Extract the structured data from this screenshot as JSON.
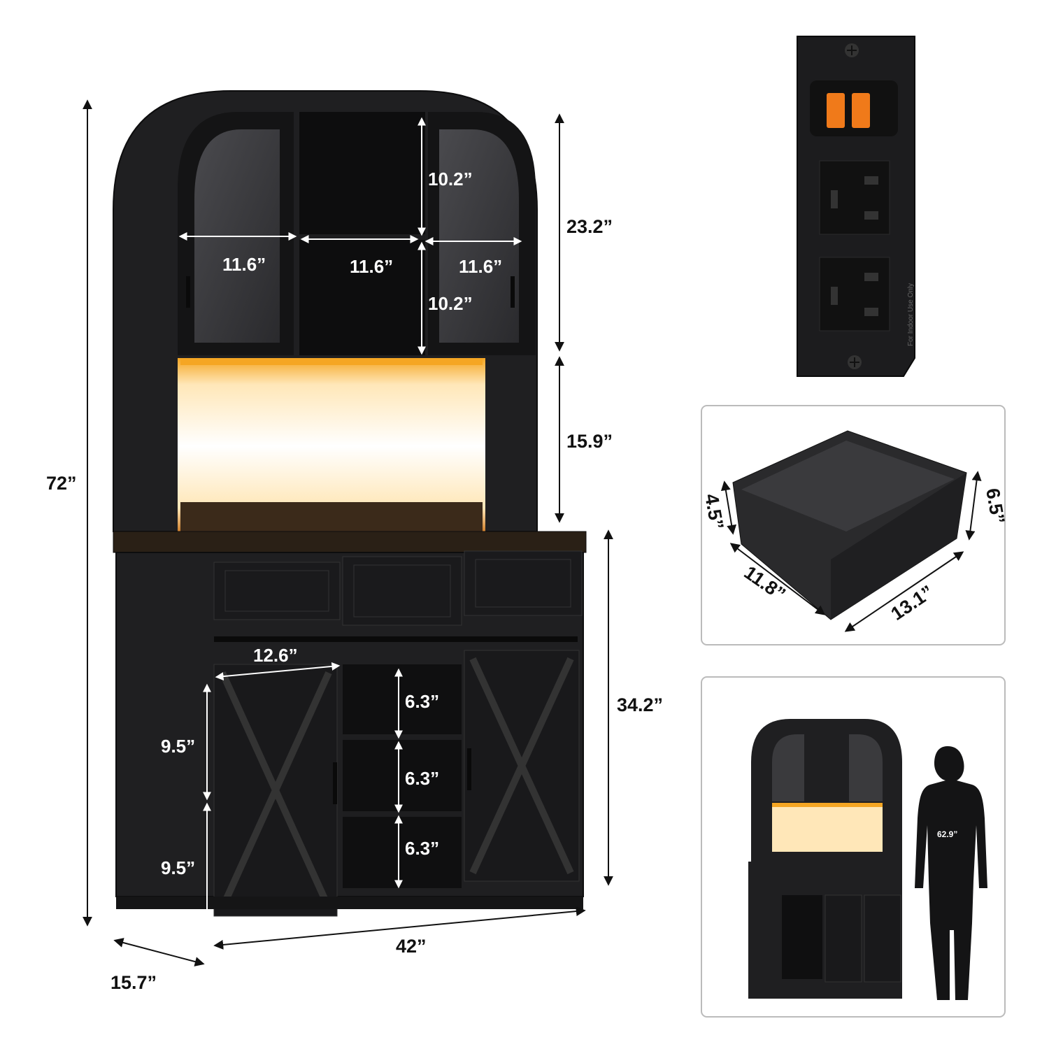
{
  "colors": {
    "cabinet": "#1f1f21",
    "cabinet_dark": "#141415",
    "glass": "#3a3a3d",
    "led": "#f5a623",
    "usb": "#f07a1a",
    "arrow": "#111111",
    "panel_border": "#bbbbbb"
  },
  "main_cabinet": {
    "height": "72”",
    "upper_height": "23.2”",
    "lighted_shelf_height": "15.9”",
    "base_height": "34.2”",
    "width": "42”",
    "depth": "15.7”",
    "glass_door_width_left": "11.6”",
    "center_compartment_width": "11.6”",
    "glass_door_width_right": "11.6”",
    "center_upper_height": "10.2”",
    "center_lower_height": "10.2”",
    "barn_door_width": "12.6”",
    "barn_shelf_upper": "9.5”",
    "barn_shelf_lower": "9.5”",
    "wine_rack_1": "6.3”",
    "wine_rack_2": "6.3”",
    "wine_rack_3": "6.3”"
  },
  "power_strip": {
    "label": "For Indoor Use Only",
    "icons": [
      "usb-port-icon",
      "usb-port-icon",
      "outlet-icon",
      "outlet-icon",
      "screw-icon"
    ]
  },
  "drawer": {
    "height_front": "4.5”",
    "height_side": "6.5”",
    "depth": "11.8”",
    "width": "13.1”"
  },
  "scale_comparison": {
    "person_height": "62.9”"
  }
}
